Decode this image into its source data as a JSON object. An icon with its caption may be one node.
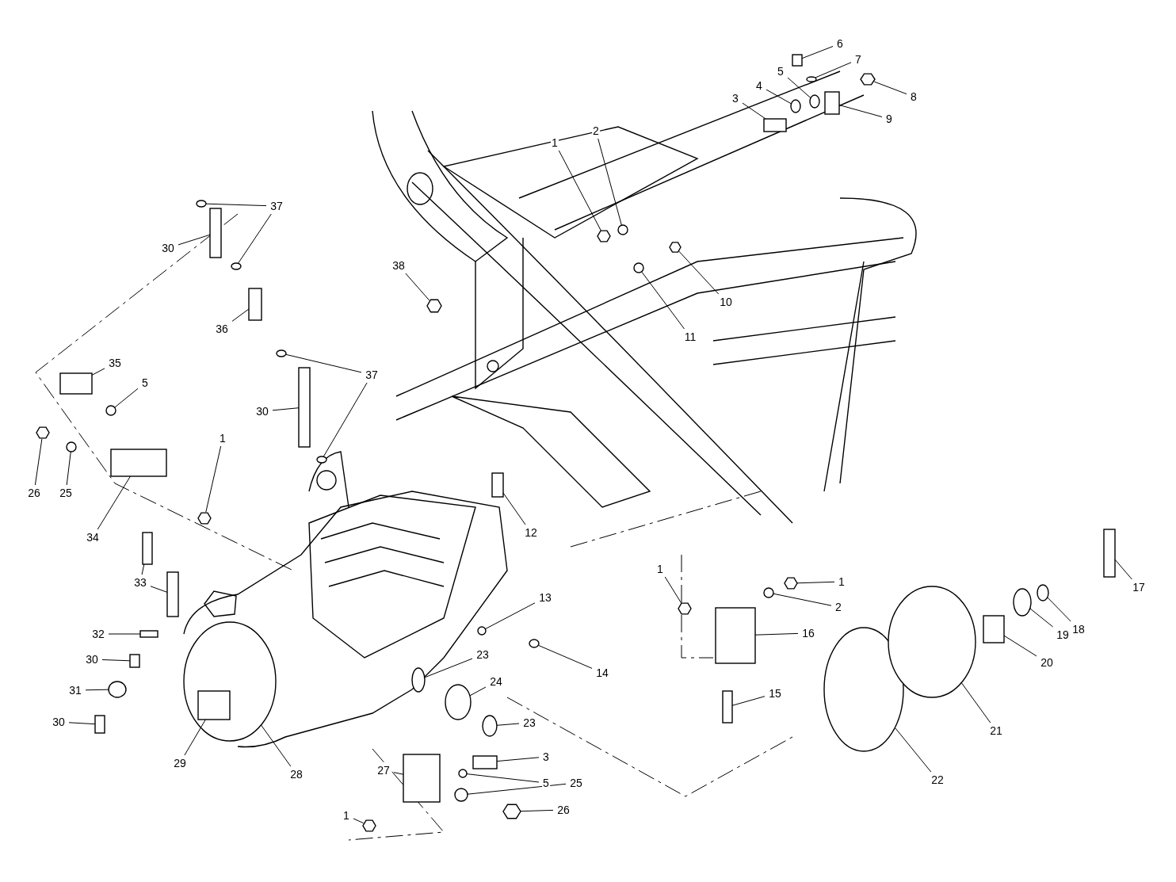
{
  "diagram": {
    "nodes": [
      {
        "text": [
          "1"
        ]
      },
      {
        "text": [
          "2"
        ]
      },
      {
        "text": [
          "3"
        ]
      },
      {
        "text": [
          "4"
        ]
      },
      {
        "text": [
          "5"
        ]
      },
      {
        "text": [
          "6"
        ]
      },
      {
        "text": [
          "7"
        ]
      },
      {
        "text": [
          "8"
        ]
      },
      {
        "text": [
          "9"
        ]
      },
      {
        "text": [
          "10"
        ]
      },
      {
        "text": [
          "11"
        ]
      },
      {
        "text": [
          "38"
        ]
      },
      {
        "text": [
          "37"
        ]
      },
      {
        "text": [
          "30"
        ]
      },
      {
        "text": [
          "36"
        ]
      },
      {
        "text": [
          "35"
        ]
      },
      {
        "text": [
          "5"
        ]
      },
      {
        "text": [
          "37"
        ]
      },
      {
        "text": [
          "30"
        ]
      },
      {
        "text": [
          "1"
        ]
      },
      {
        "text": [
          "26"
        ]
      },
      {
        "text": [
          "25"
        ]
      },
      {
        "text": [
          "34"
        ]
      },
      {
        "text": [
          "12"
        ]
      },
      {
        "text": [
          "33"
        ]
      },
      {
        "text": [
          "13"
        ]
      },
      {
        "text": [
          "14"
        ]
      },
      {
        "text": [
          "32"
        ]
      },
      {
        "text": [
          "30"
        ]
      },
      {
        "text": [
          "31"
        ]
      },
      {
        "text": [
          "30"
        ]
      },
      {
        "text": [
          "23"
        ]
      },
      {
        "text": [
          "24"
        ]
      },
      {
        "text": [
          "23"
        ]
      },
      {
        "text": [
          "29"
        ]
      },
      {
        "text": [
          "28"
        ]
      },
      {
        "text": [
          "27"
        ]
      },
      {
        "text": [
          "1"
        ]
      },
      {
        "text": [
          "3"
        ]
      },
      {
        "text": [
          "5"
        ]
      },
      {
        "text": [
          "25"
        ]
      },
      {
        "text": [
          "26"
        ]
      },
      {
        "text": [
          "1"
        ]
      },
      {
        "text": [
          "1"
        ]
      },
      {
        "text": [
          "2"
        ]
      },
      {
        "text": [
          "16"
        ]
      },
      {
        "text": [
          "15"
        ]
      },
      {
        "text": [
          "17"
        ]
      },
      {
        "text": [
          "18"
        ]
      },
      {
        "text": [
          "19"
        ]
      },
      {
        "text": [
          "20"
        ]
      },
      {
        "text": [
          "21"
        ]
      },
      {
        "text": [
          "22"
        ]
      },
      {
        "text": [],
        "shape": "hexagon"
      },
      {
        "text": [],
        "shape": "circle"
      },
      {
        "text": [],
        "shape": "box"
      },
      {
        "text": [],
        "shape": "circle"
      },
      {
        "text": [],
        "shape": "circle"
      },
      {
        "text": [],
        "shape": "box"
      },
      {
        "text": [],
        "shape": "circle"
      },
      {
        "text": [],
        "shape": "hexagon"
      },
      {
        "text": [],
        "shape": "box"
      },
      {
        "text": [],
        "shape": "hexagon"
      },
      {
        "text": [],
        "shape": "circle"
      },
      {
        "text": [],
        "shape": "hexagon"
      },
      {
        "text": [],
        "shape": "circle"
      },
      {
        "text": [],
        "shape": "circle"
      },
      {
        "text": [],
        "shape": "box"
      },
      {
        "text": [],
        "shape": "box"
      },
      {
        "text": [],
        "shape": "box"
      },
      {
        "text": [],
        "shape": "circle"
      },
      {
        "text": [],
        "shape": "circle"
      },
      {
        "text": [],
        "shape": "circle"
      },
      {
        "text": [],
        "shape": "box"
      },
      {
        "text": [],
        "shape": "hexagon"
      },
      {
        "text": [],
        "shape": "hexagon"
      },
      {
        "text": [],
        "shape": "circle"
      },
      {
        "text": [],
        "shape": "box"
      },
      {
        "text": [],
        "shape": "box"
      },
      {
        "text": [],
        "shape": "box"
      },
      {
        "text": [],
        "shape": "box"
      },
      {
        "text": [],
        "shape": "circle"
      },
      {
        "text": [],
        "shape": "circle"
      },
      {
        "text": [],
        "shape": "box"
      },
      {
        "text": [],
        "shape": "box"
      },
      {
        "text": [],
        "shape": "circle"
      },
      {
        "text": [],
        "shape": "box"
      },
      {
        "text": [],
        "shape": "circle"
      },
      {
        "text": [],
        "shape": "circle"
      },
      {
        "text": [],
        "shape": "circle"
      },
      {
        "text": [],
        "shape": "box",
        "in": 91
      },
      {
        "text": [],
        "shape": "circle"
      },
      {
        "text": [],
        "shape": "box"
      },
      {
        "text": [],
        "shape": "hexagon"
      },
      {
        "text": [],
        "shape": "box"
      },
      {
        "text": [],
        "shape": "circle"
      },
      {
        "text": [],
        "shape": "circle"
      },
      {
        "text": [],
        "shape": "hexagon"
      },
      {
        "text": [],
        "shape": "hexagon"
      },
      {
        "text": [],
        "shape": "hexagon"
      },
      {
        "text": [],
        "shape": "circle"
      },
      {
        "text": [],
        "shape": "box"
      },
      {
        "text": [],
        "shape": "box"
      },
      {
        "text": [],
        "shape": "box"
      },
      {
        "text": [],
        "shape": "circle"
      },
      {
        "text": [],
        "shape": "circle"
      },
      {
        "text": [],
        "shape": "box"
      },
      {
        "text": [],
        "shape": "circle"
      },
      {
        "text": [],
        "shape": "circle"
      }
    ],
    "edges": [
      {
        "from": 0,
        "to": 53,
        "arrow": "none"
      },
      {
        "from": 1,
        "to": 54,
        "arrow": "none"
      },
      {
        "from": 2,
        "to": 55,
        "arrow": "none"
      },
      {
        "from": 3,
        "to": 56,
        "arrow": "none"
      },
      {
        "from": 4,
        "to": 57,
        "arrow": "none"
      },
      {
        "from": 5,
        "to": 58,
        "arrow": "none"
      },
      {
        "from": 6,
        "to": 59,
        "arrow": "none"
      },
      {
        "from": 7,
        "to": 60,
        "arrow": "none"
      },
      {
        "from": 8,
        "to": 61,
        "arrow": "none"
      },
      {
        "from": 9,
        "to": 62,
        "arrow": "none"
      },
      {
        "from": 10,
        "to": 63,
        "arrow": "none"
      },
      {
        "from": 11,
        "to": 64,
        "arrow": "none"
      },
      {
        "from": 12,
        "to": 65,
        "arrow": "none"
      },
      {
        "from": 12,
        "to": 66,
        "arrow": "none"
      },
      {
        "from": 13,
        "to": 67,
        "arrow": "none"
      },
      {
        "from": 14,
        "to": 68,
        "arrow": "none"
      },
      {
        "from": 15,
        "to": 69,
        "arrow": "none"
      },
      {
        "from": 16,
        "to": 70,
        "arrow": "none"
      },
      {
        "from": 17,
        "to": 71,
        "arrow": "none"
      },
      {
        "from": 17,
        "to": 72,
        "arrow": "none"
      },
      {
        "from": 18,
        "to": 73,
        "arrow": "none"
      },
      {
        "from": 19,
        "to": 74,
        "arrow": "none"
      },
      {
        "from": 20,
        "to": 75,
        "arrow": "none"
      },
      {
        "from": 21,
        "to": 76,
        "arrow": "none"
      },
      {
        "from": 22,
        "to": 77,
        "arrow": "none"
      },
      {
        "from": 23,
        "to": 78,
        "arrow": "none"
      },
      {
        "from": 24,
        "to": 79,
        "arrow": "none"
      },
      {
        "from": 24,
        "to": 80,
        "arrow": "none"
      },
      {
        "from": 25,
        "to": 81,
        "arrow": "none"
      },
      {
        "from": 26,
        "to": 82,
        "arrow": "none"
      },
      {
        "from": 27,
        "to": 83,
        "arrow": "none"
      },
      {
        "from": 28,
        "to": 84,
        "arrow": "none"
      },
      {
        "from": 29,
        "to": 85,
        "arrow": "none"
      },
      {
        "from": 30,
        "to": 86,
        "arrow": "none"
      },
      {
        "from": 31,
        "to": 87,
        "arrow": "none"
      },
      {
        "from": 32,
        "to": 88,
        "arrow": "none"
      },
      {
        "from": 33,
        "to": 89,
        "arrow": "none"
      },
      {
        "from": 34,
        "to": 90,
        "arrow": "none"
      },
      {
        "from": 35,
        "to": 91,
        "arrow": "none"
      },
      {
        "from": 36,
        "to": 92,
        "arrow": "none"
      },
      {
        "from": 37,
        "to": 93,
        "arrow": "none"
      },
      {
        "from": 38,
        "to": 94,
        "arrow": "none"
      },
      {
        "from": 39,
        "to": 95,
        "arrow": "none"
      },
      {
        "from": 40,
        "to": 96,
        "arrow": "none"
      },
      {
        "from": 41,
        "to": 97,
        "arrow": "none"
      },
      {
        "from": 42,
        "to": 98,
        "arrow": "none"
      },
      {
        "from": 43,
        "to": 99,
        "arrow": "none"
      },
      {
        "from": 44,
        "to": 100,
        "arrow": "none"
      },
      {
        "from": 45,
        "to": 101,
        "arrow": "none"
      },
      {
        "from": 46,
        "to": 102,
        "arrow": "none"
      },
      {
        "from": 47,
        "to": 103,
        "arrow": "none"
      },
      {
        "from": 48,
        "to": 104,
        "arrow": "none"
      },
      {
        "from": 49,
        "to": 105,
        "arrow": "none"
      },
      {
        "from": 50,
        "to": 106,
        "arrow": "none"
      },
      {
        "from": 51,
        "to": 107,
        "arrow": "none"
      },
      {
        "from": 52,
        "to": 108,
        "arrow": "none"
      }
    ]
  }
}
